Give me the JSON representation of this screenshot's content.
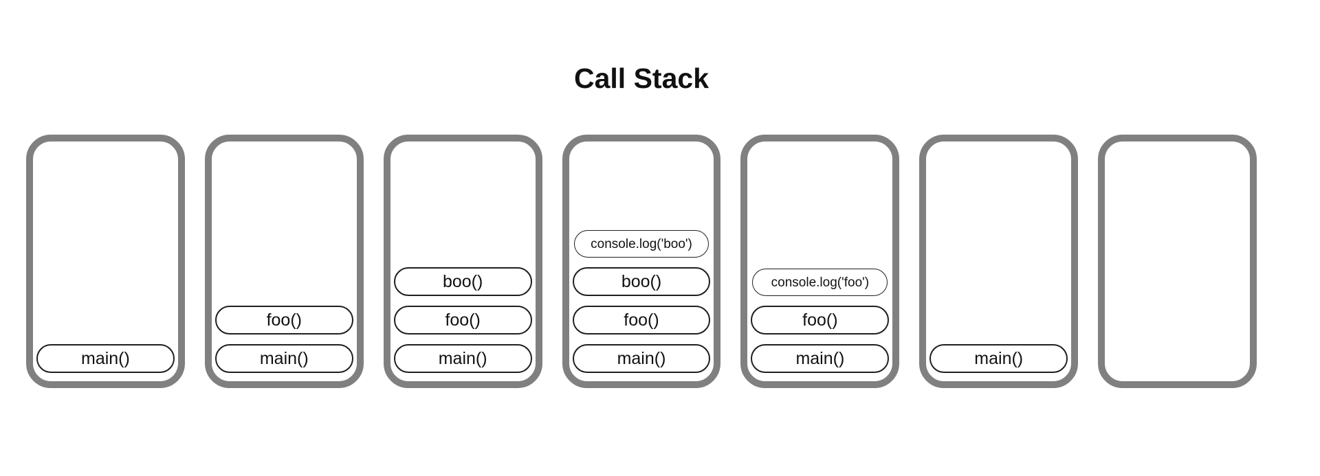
{
  "title": "Call Stack",
  "colors": {
    "background": "#ffffff",
    "frame_border": "#808080",
    "pill_border": "#1e1e1e",
    "text": "#111111"
  },
  "frames": [
    {
      "stack": [
        {
          "label": "main()",
          "kind": "call"
        }
      ]
    },
    {
      "stack": [
        {
          "label": "foo()",
          "kind": "call"
        },
        {
          "label": "main()",
          "kind": "call"
        }
      ]
    },
    {
      "stack": [
        {
          "label": "boo()",
          "kind": "call"
        },
        {
          "label": "foo()",
          "kind": "call"
        },
        {
          "label": "main()",
          "kind": "call"
        }
      ]
    },
    {
      "stack": [
        {
          "label": "console.log('boo')",
          "kind": "log"
        },
        {
          "label": "boo()",
          "kind": "call"
        },
        {
          "label": "foo()",
          "kind": "call"
        },
        {
          "label": "main()",
          "kind": "call"
        }
      ]
    },
    {
      "stack": [
        {
          "label": "console.log('foo')",
          "kind": "log"
        },
        {
          "label": "foo()",
          "kind": "call"
        },
        {
          "label": "main()",
          "kind": "call"
        }
      ]
    },
    {
      "stack": [
        {
          "label": "main()",
          "kind": "call"
        }
      ]
    },
    {
      "stack": []
    }
  ]
}
